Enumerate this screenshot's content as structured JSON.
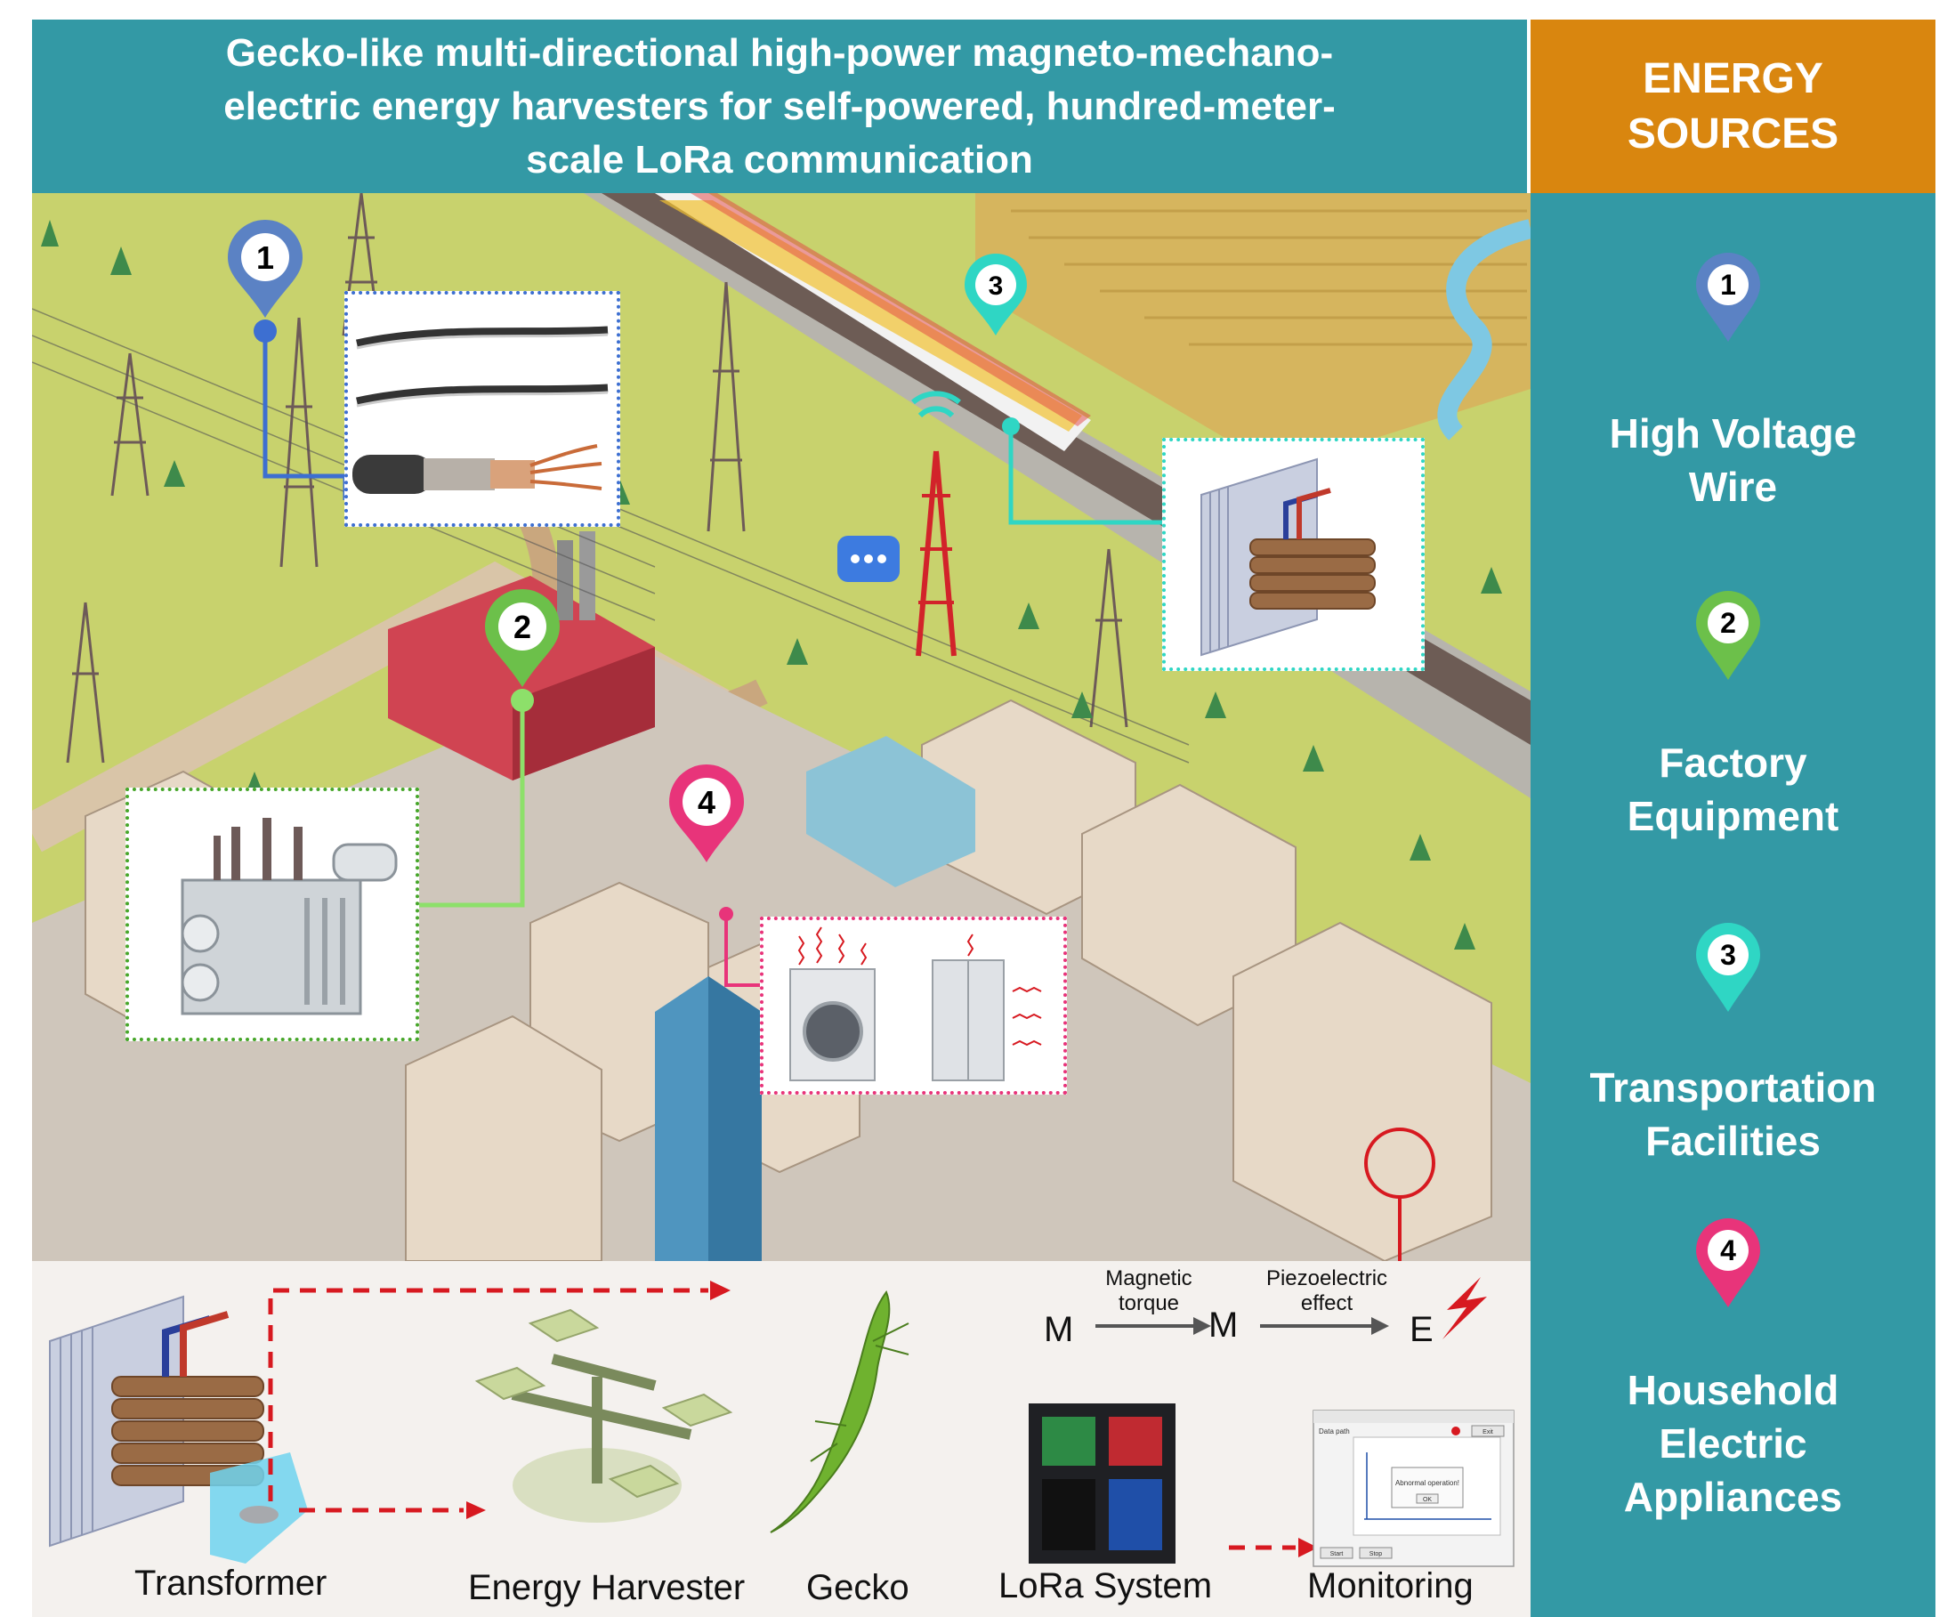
{
  "title": {
    "line1": "Gecko-like multi-directional high-power magneto-mechano-",
    "line2": "electric energy harvesters for self-powered, hundred-meter-",
    "line3": "scale LoRa communication"
  },
  "sources_panel": {
    "heading_line1": "ENERGY",
    "heading_line2": "SOURCES",
    "items": [
      {
        "number": "1",
        "line1": "High Voltage",
        "line2": "Wire",
        "line3": "",
        "color": "#5b82c4"
      },
      {
        "number": "2",
        "line1": "Factory",
        "line2": "Equipment",
        "line3": "",
        "color": "#6cc04a"
      },
      {
        "number": "3",
        "line1": "Transportation",
        "line2": "Facilities",
        "line3": "",
        "color": "#2fd6c4"
      },
      {
        "number": "4",
        "line1": "Household",
        "line2": "Electric",
        "line3": "Appliances",
        "color": "#e8347a"
      }
    ]
  },
  "map_markers": [
    {
      "number": "1",
      "color": "#5b82c4"
    },
    {
      "number": "2",
      "color": "#6cc04a"
    },
    {
      "number": "3",
      "color": "#2fd6c4"
    },
    {
      "number": "4",
      "color": "#e8347a"
    }
  ],
  "mechanism": {
    "m1": "M",
    "arrow1_line1": "Magnetic",
    "arrow1_line2": "torque",
    "m2": "M",
    "arrow2_line1": "Piezoelectric",
    "arrow2_line2": "effect",
    "e": "E"
  },
  "bottom_captions": {
    "transformer": "Transformer",
    "harvester": "Energy Harvester",
    "gecko": "Gecko",
    "lora": "LoRa System",
    "monitoring": "Monitoring"
  },
  "monitoring_window": {
    "data_path_label": "Data path",
    "dialog_text": "Abnormal operation!",
    "ok_label": "OK",
    "start_label": "Start",
    "stop_label": "Stop",
    "exit_label": "Exit"
  },
  "colors": {
    "teal": "#3399a5",
    "orange": "#d9860f",
    "red_dash": "#d71920"
  }
}
